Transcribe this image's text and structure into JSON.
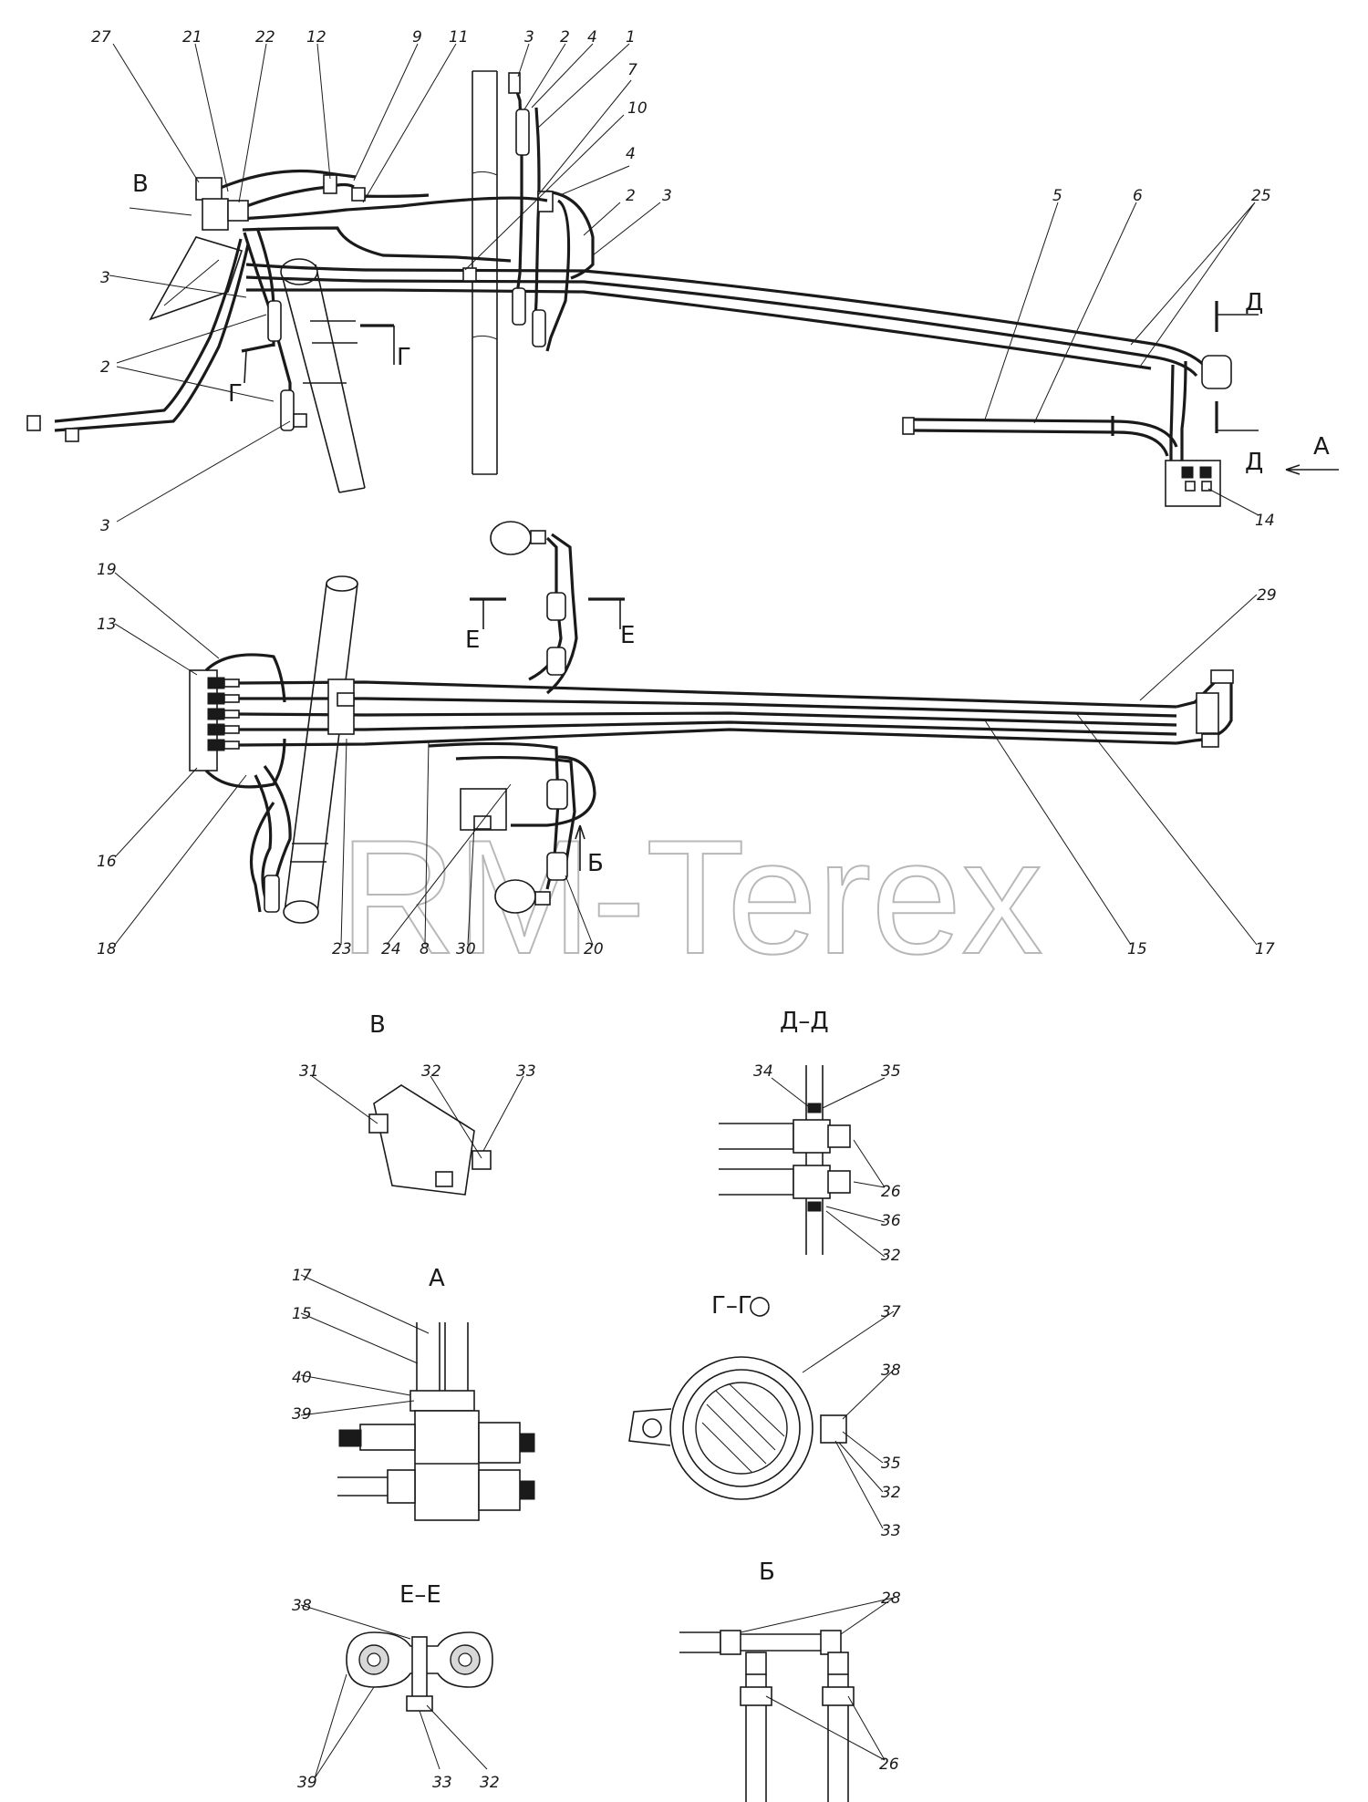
{
  "watermark": "RM-Terex",
  "view_labels": {
    "v": "В",
    "a": "А",
    "b": "Б",
    "g": "Г",
    "d": "Д",
    "e": "Е",
    "dd": "Д–Д",
    "gg": "Г–Г",
    "ee": "Е–Е"
  },
  "callouts": {
    "c1": "1",
    "c2": "2",
    "c3": "3",
    "c4": "4",
    "c5": "5",
    "c6": "6",
    "c7": "7",
    "c8": "8",
    "c9": "9",
    "c10": "10",
    "c11": "11",
    "c12": "12",
    "c13": "13",
    "c14": "14",
    "c15": "15",
    "c16": "16",
    "c17": "17",
    "c18": "18",
    "c19": "19",
    "c20": "20",
    "c21": "21",
    "c22": "22",
    "c23": "23",
    "c24": "24",
    "c25": "25",
    "c26": "26",
    "c27": "27",
    "c28": "28",
    "c29": "29",
    "c30": "30",
    "c31": "31",
    "c32": "32",
    "c33": "33",
    "c34": "34",
    "c35": "35",
    "c36": "36",
    "c37": "37",
    "c38": "38",
    "c39": "39",
    "c40": "40"
  }
}
